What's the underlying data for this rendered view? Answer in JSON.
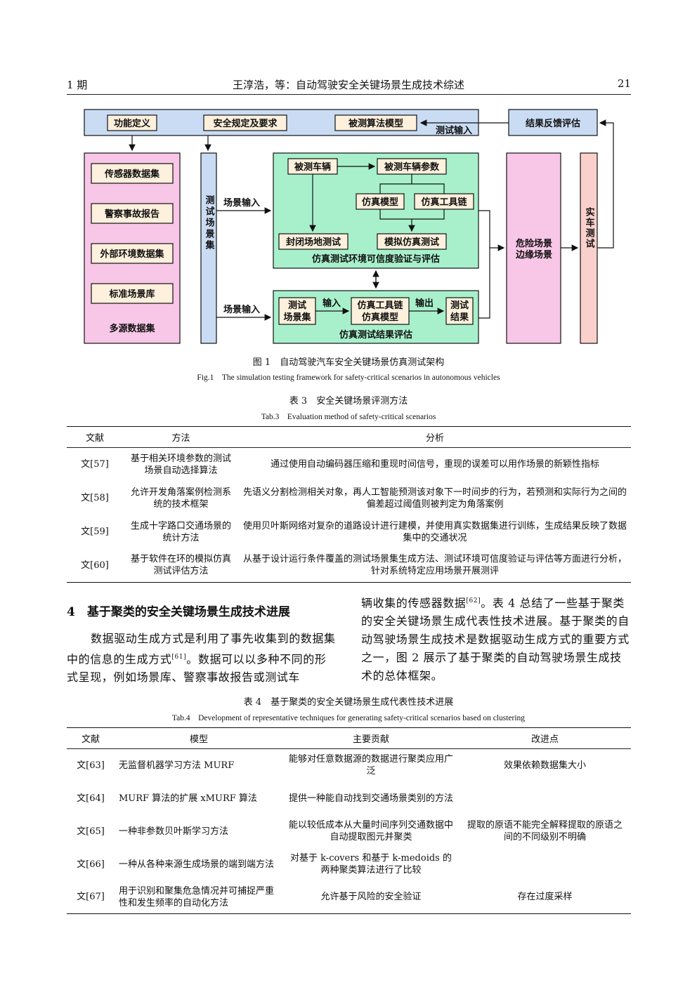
{
  "header": {
    "left": "1 期",
    "center": "王淳浩，等：自动驾驶安全关键场景生成技术综述",
    "right": "21"
  },
  "figure1": {
    "top_boxes": [
      "功能定义",
      "安全规定及要求",
      "被测算法模型"
    ],
    "test_input_label": "测试输入",
    "feedback": "结果反馈评估",
    "sources": [
      "传感器数据集",
      "警察事故报告",
      "外部环境数据集",
      "标准场景库"
    ],
    "sources_title": "多源数据集",
    "scene_set_vertical": "测试场景集",
    "scene_input": "场景输入",
    "env": {
      "vehicle": "被测车辆",
      "vehicle_params": "被测车辆参数",
      "sim_model": "仿真模型",
      "sim_toolchain": "仿真工具链",
      "closed_field": "封闭场地测试",
      "sim_test": "模拟仿真测试",
      "title": "仿真测试环境可信度验证与评估"
    },
    "result": {
      "scene_set": [
        "测试",
        "场景集"
      ],
      "input": "输入",
      "tool": [
        "仿真工具链",
        "仿真模型"
      ],
      "output": "输出",
      "outcome": [
        "测试",
        "结果"
      ],
      "title": "仿真测试结果评估"
    },
    "danger": [
      "危险场景",
      "边缘场景"
    ],
    "real_car": "实车测试",
    "caption_cn": "图 1　自动驾驶汽车安全关键场景仿真测试架构",
    "caption_en": "Fig.1　The simulation testing framework for safety-critical scenarios in autonomous vehicles"
  },
  "table3": {
    "caption_cn": "表 3　安全关键场景评测方法",
    "caption_en": "Tab.3　Evaluation method of safety-critical scenarios",
    "headers": [
      "文献",
      "方法",
      "分析"
    ],
    "rows": [
      [
        "文[57]",
        "基于相关环境参数的测试场景自动选择算法",
        "通过使用自动编码器压缩和重现时间信号，重现的误差可以用作场景的新颖性指标"
      ],
      [
        "文[58]",
        "允许开发角落案例检测系统的技术框架",
        "先语义分割检测相关对象，再人工智能预测该对象下一时间步的行为，若预测和实际行为之间的偏差超过阈值则被判定为角落案例"
      ],
      [
        "文[59]",
        "生成十字路口交通场景的统计方法",
        "使用贝叶斯网络对复杂的道路设计进行建模，并使用真实数据集进行训练，生成结果反映了数据集中的交通状况"
      ],
      [
        "文[60]",
        "基于软件在环的模拟仿真测试评估方法",
        "从基于设计运行条件覆盖的测试场景集生成方法、测试环境可信度验证与评估等方面进行分析，针对系统特定应用场景开展测评"
      ]
    ]
  },
  "section4": {
    "title": "4　基于聚类的安全关键场景生成技术进展",
    "para_left_1": "数据驱动生成方式是利用了事先收集到的数据集中的信息的生成方式",
    "ref61": "[61]",
    "para_left_2": "。数据可以以多种不同的形式呈现，例如场景库、警察事故报告或测试车",
    "para_right_1": "辆收集的传感器数据",
    "ref62": "[62]",
    "para_right_2": "。表 4 总结了一些基于聚类的安全关键场景生成代表性技术进展。基于聚类的自动驾驶场景生成技术是数据驱动生成方式的重要方式之一，图 2 展示了基于聚类的自动驾驶场景生成技术的总体框架。"
  },
  "table4": {
    "caption_cn": "表 4　基于聚类的安全关键场景生成代表性技术进展",
    "caption_en": "Tab.4　Development of representative techniques for generating safety-critical scenarios based on clustering",
    "headers": [
      "文献",
      "模型",
      "主要贡献",
      "改进点"
    ],
    "rows": [
      [
        "文[63]",
        "无监督机器学习方法 MURF",
        "能够对任意数据源的数据进行聚类应用广泛",
        "效果依赖数据集大小"
      ],
      [
        "文[64]",
        "MURF 算法的扩展 xMURF 算法",
        "提供一种能自动找到交通场景类别的方法",
        ""
      ],
      [
        "文[65]",
        "一种非参数贝叶斯学习方法",
        "能以较低成本从大量时间序列交通数据中自动提取图元并聚类",
        "提取的原语不能完全解释提取的原语之间的不同级别不明确"
      ],
      [
        "文[66]",
        "一种从各种来源生成场景的端到端方法",
        "对基于 k-covers 和基于 k-medoids 的两种聚类算法进行了比较",
        ""
      ],
      [
        "文[67]",
        "用于识别和聚集危急情况并可捕捉严重性和发生频率的自动化方法",
        "允许基于风险的安全验证",
        "存在过度采样"
      ]
    ]
  },
  "colors": {
    "top_bar": "#c9dcf3",
    "sources": "#f8c6e6",
    "scene_set": "#c9dcf3",
    "env": "#a8f0cc",
    "danger": "#f8c6e6",
    "real_car": "#fad0cc",
    "inner_box": "#fdf0dc"
  }
}
